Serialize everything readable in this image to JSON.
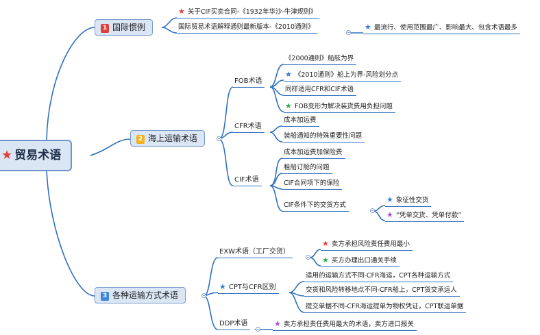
{
  "root": {
    "label": "贸易术语",
    "icon": "red-star-icon"
  },
  "colors": {
    "line": "#2e6fbf",
    "nodeFill": "#dbe6f5",
    "red": "#e0403a",
    "blue": "#3578d6",
    "green": "#2cb04a",
    "purple": "#a04fd6"
  },
  "b1": {
    "badge": "1",
    "label": "国际惯例",
    "c1": "关于CIF买卖合同-《1932年华沙-牛津规则》",
    "c2": "国际贸易术语解释通则最新版本-《2010通则》",
    "c2note": "最流行、使用范围最广、影响最大、包含术语最多"
  },
  "b2": {
    "badge": "2",
    "label": "海上运输术语",
    "fob": {
      "label": "FOB术语",
      "l1": "《2000通则》船舷为界",
      "l2": "《2010通则》船上为界-风险划分点",
      "l3": "同样适用CFR和CIF术语",
      "l4": "FOB变形为解决装货费用负担问题"
    },
    "cfr": {
      "label": "CFR术语",
      "l1": "成本加运费",
      "l2": "装船通知的特殊重要性问题"
    },
    "cif": {
      "label": "CIF术语",
      "l1": "成本加运费加保险费",
      "l2": "租船订舱的问题",
      "l3": "CIF合同项下的保险",
      "l4": "CIF条件下的交货方式",
      "l4a": "象征性交货",
      "l4b": "“凭单交货、凭单付款”"
    }
  },
  "b3": {
    "badge": "3",
    "label": "各种运输方式术语",
    "exw": {
      "label": "EXW术语（工厂交货）",
      "l1": "卖方承担风险责任费用最小",
      "l2": "买方办理出口通关手续"
    },
    "cpt": {
      "label": "CPT与CFR区别",
      "l1": "适用的运输方式不同-CFR海运，CPT各种运输方式",
      "l2": "交货和风险转移地点不同-CFR船上，CPT货交承运人",
      "l3": "提交单据不同-CFR海运提单为物权凭证，CPT联运单据"
    },
    "ddp": {
      "label": "DDP术语",
      "l1": "卖方承担责任费用最大的术语，卖方进口报关"
    }
  }
}
